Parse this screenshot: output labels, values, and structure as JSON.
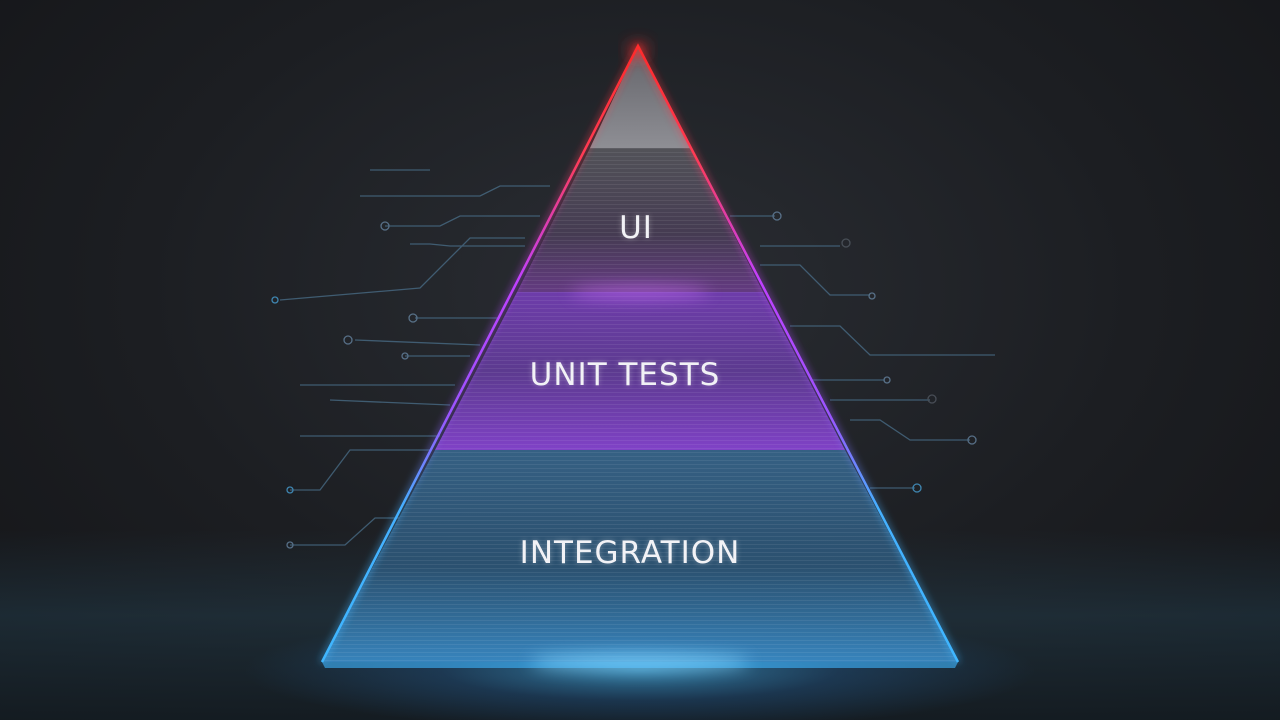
{
  "diagram": {
    "layers": [
      {
        "label": "UI",
        "color": "#ff3b3b"
      },
      {
        "label": "UNIT TESTS",
        "color": "#b84cff"
      },
      {
        "label": "INTEGRATION",
        "color": "#3fb6ff"
      }
    ]
  }
}
